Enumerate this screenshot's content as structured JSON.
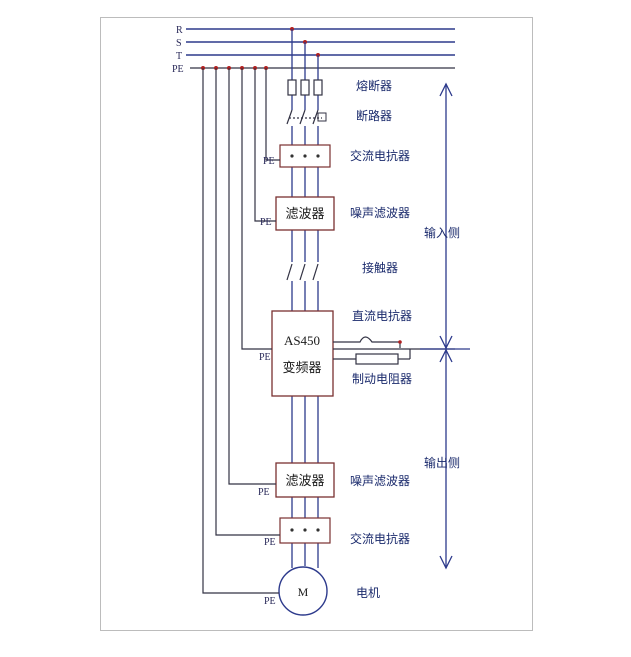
{
  "bus": {
    "r": "R",
    "s": "S",
    "t": "T",
    "pe": "PE"
  },
  "labels": {
    "fuse": "熔断器",
    "breaker": "断路器",
    "ac_reactor_in": "交流电抗器",
    "noise_filter_in": "噪声滤波器",
    "input_side": "输入侧",
    "contactor": "接触器",
    "dc_reactor": "直流电抗器",
    "brake_resistor": "制动电阻器",
    "output_side": "输出侧",
    "noise_filter_out": "噪声滤波器",
    "ac_reactor_out": "交流电抗器",
    "motor": "电机"
  },
  "boxes": {
    "filter_in": "滤波器",
    "inverter_model": "AS450",
    "inverter_name": "变频器",
    "filter_out": "滤波器",
    "motor_symbol": "M"
  },
  "pe_labels": {
    "p1": "PE",
    "p2": "PE",
    "p3": "PE",
    "p4": "PE",
    "p5": "PE",
    "p6": "PE"
  }
}
